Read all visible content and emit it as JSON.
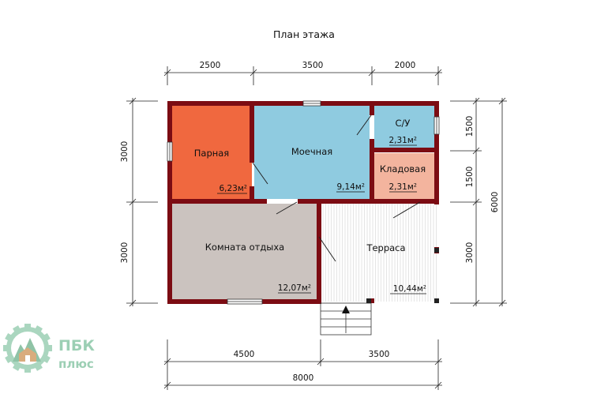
{
  "title": "План этажа",
  "colors": {
    "wall": "#7c0c13",
    "parnaya": "#f0683f",
    "moechnaya": "#8fcbe0",
    "su": "#8fcbe0",
    "kladovaya": "#f3b49e",
    "komnata": "#cbc3bf",
    "terrasa": "#ffffff",
    "logo": "#9ccfb4"
  },
  "dimensions": {
    "top": [
      "2500",
      "3500",
      "2000"
    ],
    "bottom": [
      "4500",
      "3500"
    ],
    "bottom_total": "8000",
    "left": [
      "3000",
      "3000"
    ],
    "right_inner": [
      "1500",
      "1500",
      "3000"
    ],
    "right_total": "6000"
  },
  "rooms": {
    "parnaya": {
      "name": "Парная",
      "area": "6,23м²"
    },
    "moechnaya": {
      "name": "Моечная",
      "area": "9,14м²"
    },
    "su": {
      "name": "С/У",
      "area": "2,31м²"
    },
    "kladovaya": {
      "name": "Кладовая",
      "area": "2,31м²"
    },
    "komnata": {
      "name": "Комната отдыха",
      "area": "12,07м²"
    },
    "terrasa": {
      "name": "Терраса",
      "area": "10,44м²"
    }
  },
  "logo": {
    "line1": "ПБК",
    "line2": "плюс"
  }
}
